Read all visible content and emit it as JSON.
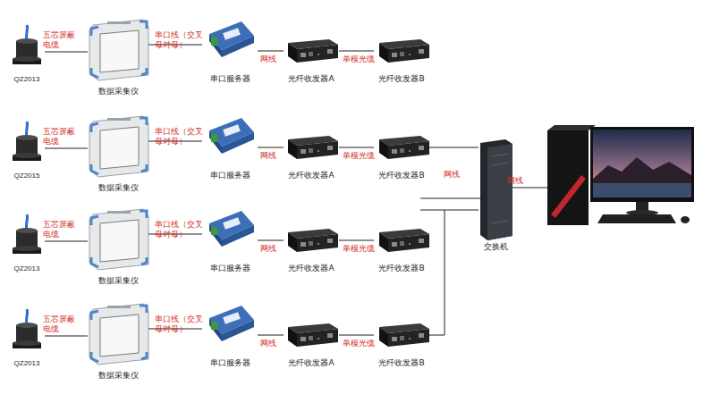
{
  "diagram": {
    "nodes": [
      {
        "text": [
          "QZ2013"
        ]
      },
      {
        "text": [
          "数据采集仪"
        ]
      },
      {
        "text": [
          "串口服务器"
        ]
      },
      {
        "text": [
          "光纤收发器A"
        ]
      },
      {
        "text": [
          "光纤收发器B"
        ]
      },
      {
        "text": [
          "QZ2015"
        ]
      },
      {
        "text": [
          "数据采集仪"
        ]
      },
      {
        "text": [
          "串口服务器"
        ]
      },
      {
        "text": [
          "光纤收发器A"
        ]
      },
      {
        "text": [
          "光纤收发器B"
        ]
      },
      {
        "text": [
          "QZ2013"
        ]
      },
      {
        "text": [
          "数据采集仪"
        ]
      },
      {
        "text": [
          "串口服务器"
        ]
      },
      {
        "text": [
          "光纤收发器A"
        ]
      },
      {
        "text": [
          "光纤收发器B"
        ]
      },
      {
        "text": [
          "QZ2013"
        ]
      },
      {
        "text": [
          "数据采集仪"
        ]
      },
      {
        "text": [
          "串口服务器"
        ]
      },
      {
        "text": [
          "光纤收发器A"
        ]
      },
      {
        "text": [
          "光纤收发器B"
        ]
      },
      {
        "text": [
          "交换机"
        ]
      }
    ],
    "edges": [
      {
        "from": 0,
        "to": 1,
        "arrow": "none",
        "label": "五芯屏蔽电缆"
      },
      {
        "from": 1,
        "to": 2,
        "arrow": "none",
        "label": "串口线（交叉母对母）"
      },
      {
        "from": 2,
        "to": 3,
        "arrow": "none",
        "label": "网线"
      },
      {
        "from": 3,
        "to": 4,
        "arrow": "none",
        "label": "单模光缆"
      },
      {
        "from": 5,
        "to": 6,
        "arrow": "none",
        "label": "五芯屏蔽电缆"
      },
      {
        "from": 6,
        "to": 7,
        "arrow": "none",
        "label": "串口线（交叉母对母）"
      },
      {
        "from": 7,
        "to": 8,
        "arrow": "none",
        "label": "网线"
      },
      {
        "from": 8,
        "to": 9,
        "arrow": "none",
        "label": "单模光缆"
      },
      {
        "from": 10,
        "to": 11,
        "arrow": "none",
        "label": "五芯屏蔽电缆"
      },
      {
        "from": 11,
        "to": 12,
        "arrow": "none",
        "label": "串口线（交叉母对母）"
      },
      {
        "from": 12,
        "to": 13,
        "arrow": "none",
        "label": "网线"
      },
      {
        "from": 13,
        "to": 14,
        "arrow": "none",
        "label": "单模光缆"
      },
      {
        "from": 15,
        "to": 16,
        "arrow": "none",
        "label": "五芯屏蔽电缆"
      },
      {
        "from": 16,
        "to": 17,
        "arrow": "none",
        "label": "串口线（交叉母对母）"
      },
      {
        "from": 17,
        "to": 18,
        "arrow": "none",
        "label": "网线"
      },
      {
        "from": 18,
        "to": 19,
        "arrow": "none",
        "label": "单模光缆"
      },
      {
        "from": 9,
        "to": 20,
        "arrow": "none",
        "label": "网线"
      },
      {
        "from": 19,
        "to": 20,
        "arrow": "none"
      }
    ],
    "labels": [
      "网线"
    ]
  }
}
